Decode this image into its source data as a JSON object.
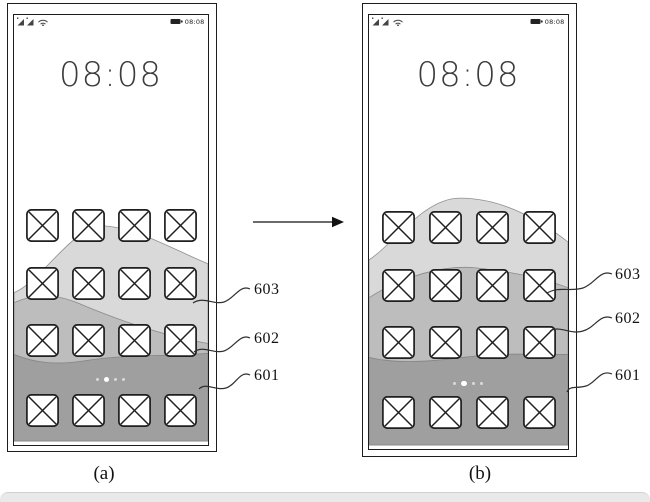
{
  "figure": {
    "type": "patent-style diagram of two phone home screens with layered wallpaper",
    "callout_labels": [
      "603",
      "602",
      "601"
    ]
  },
  "colors": {
    "layer_603": "#d9d9d9",
    "layer_602": "#bdbdbd",
    "layer_601": "#9f9f9f",
    "frame_line": "#1c1c1c",
    "leader_line": "#2f2f2f"
  },
  "phone_a": {
    "caption": "(a)",
    "status_time": "08:08",
    "clock": "08:08",
    "grid": {
      "rows": 4,
      "cols": 4
    },
    "dots": {
      "count": 4,
      "active_index": 1
    },
    "callouts": [
      "603",
      "602",
      "601"
    ]
  },
  "phone_b": {
    "caption": "(b)",
    "status_time": "08:08",
    "clock": "08:08",
    "grid": {
      "rows": 4,
      "cols": 4
    },
    "dots": {
      "count": 4,
      "active_index": 1
    },
    "callouts": [
      "603",
      "602",
      "601"
    ]
  }
}
